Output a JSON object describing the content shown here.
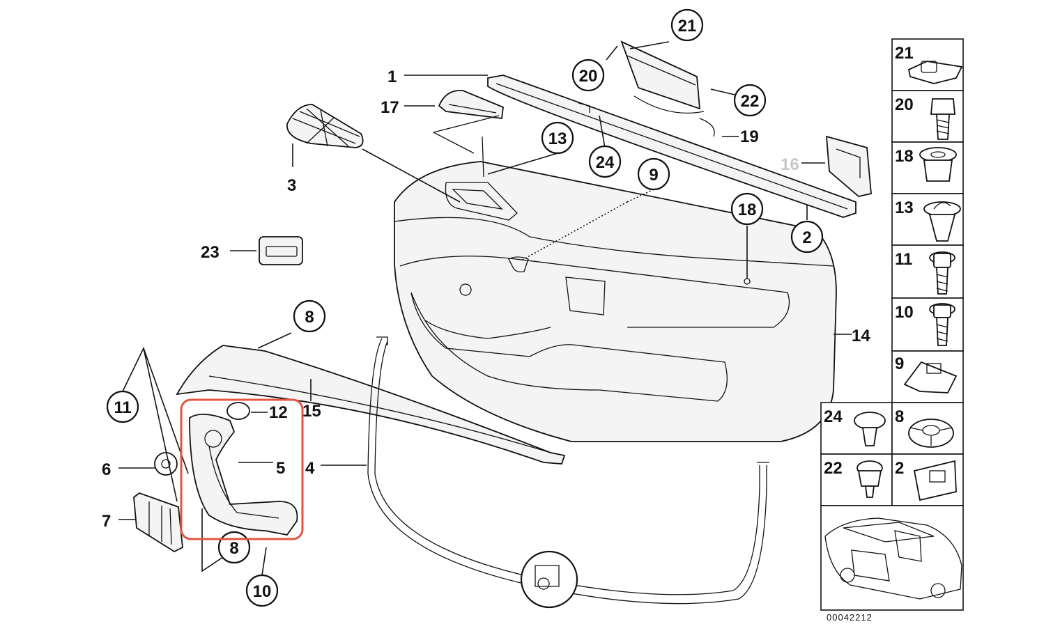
{
  "diagram": {
    "doc_number": "00042212",
    "callouts": {
      "c1": "1",
      "c2": "2",
      "c3": "3",
      "c4": "4",
      "c5": "5",
      "c6": "6",
      "c7": "7",
      "c8a": "8",
      "c8b": "8",
      "c9": "9",
      "c10": "10",
      "c11": "11",
      "c12": "12",
      "c13": "13",
      "c14": "14",
      "c15": "15",
      "c16": "16",
      "c17": "17",
      "c18": "18",
      "c19": "19",
      "c20": "20",
      "c21": "21",
      "c22": "22",
      "c23": "23",
      "c24": "24"
    },
    "side_panel": {
      "r21": "21",
      "r20": "20",
      "r18": "18",
      "r13": "13",
      "r11": "11",
      "r10": "10",
      "r9": "9",
      "r24": "24",
      "r8": "8",
      "r22": "22",
      "r2": "2"
    },
    "highlight_color": "#e2553f"
  }
}
